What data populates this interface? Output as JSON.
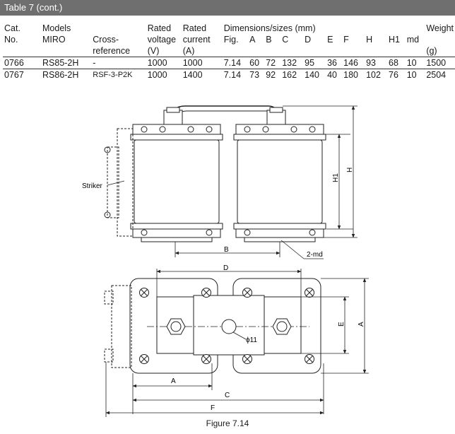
{
  "banner": "Table 7 (cont.)",
  "headers": {
    "cat": [
      "Cat.",
      "No."
    ],
    "models": "Models",
    "miro": "MIRO",
    "crossref": [
      "Cross-",
      "reference"
    ],
    "rated_voltage": [
      "Rated",
      "voltage",
      "(V)"
    ],
    "rated_current": [
      "Rated",
      "current",
      "(A)"
    ],
    "dimensions": "Dimensions/sizes (mm)",
    "dim_cols": [
      "Fig.",
      "A",
      "B",
      "C",
      "D",
      "E",
      "F",
      "H",
      "H1",
      "md"
    ],
    "weight": [
      "Weight",
      "(g)"
    ]
  },
  "rows": [
    [
      "0766",
      "RS85-2H",
      "-",
      "1000",
      "1000",
      "7.14",
      "60",
      "72",
      "132",
      "95",
      "36",
      "146",
      "93",
      "68",
      "10",
      "1500"
    ],
    [
      "0767",
      "RS86-2H",
      "RSF-3-P2K",
      "1000",
      "1400",
      "7.14",
      "73",
      "92",
      "162",
      "140",
      "40",
      "180",
      "102",
      "76",
      "10",
      "2504"
    ]
  ],
  "drawing_labels": {
    "striker": "Striker",
    "B": "B",
    "H1": "H1",
    "H": "H",
    "md": "2-md",
    "D": "D",
    "E": "E",
    "A_right": "A",
    "phi": "ϕ11",
    "A_bottom": "A",
    "C": "C",
    "F": "F"
  },
  "caption": "Figure 7.14"
}
